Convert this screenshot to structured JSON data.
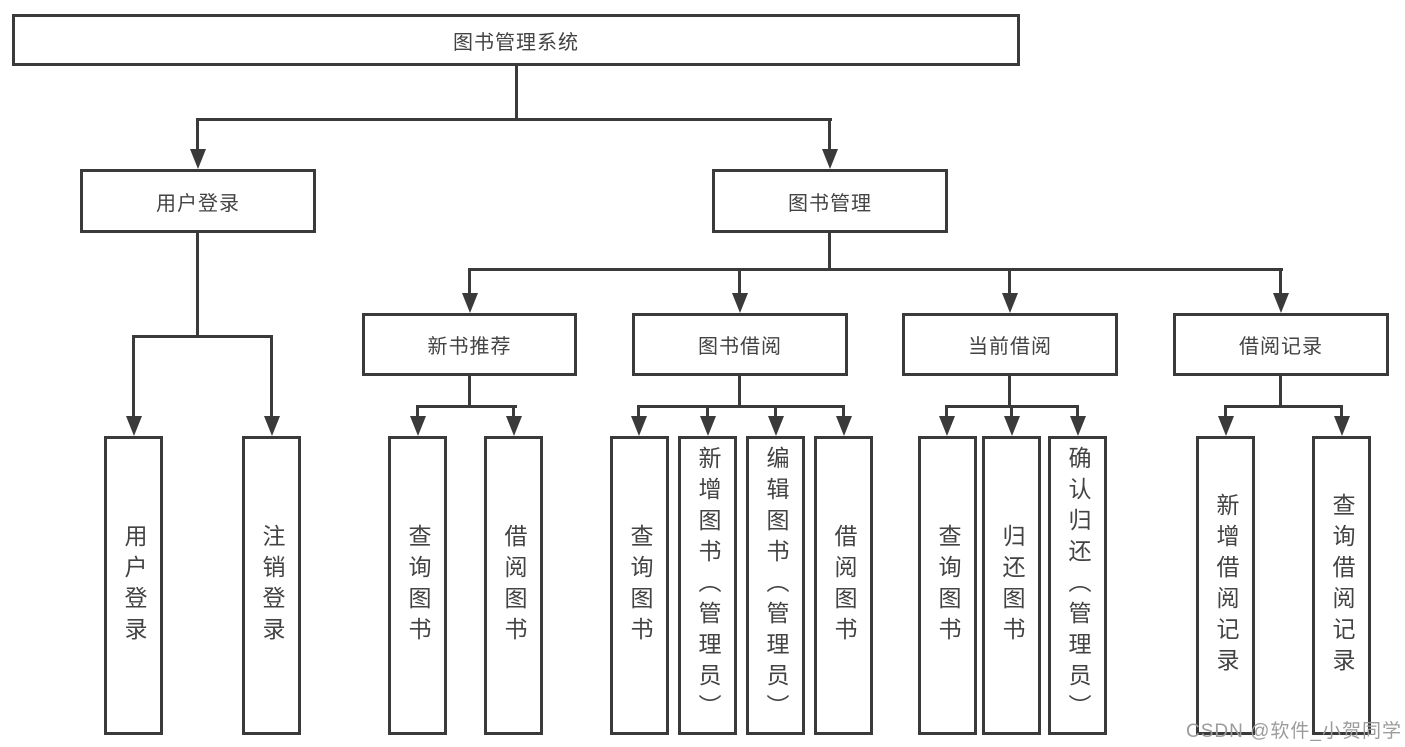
{
  "diagram": {
    "root": {
      "label": "图书管理系统"
    },
    "level2": {
      "user_login": {
        "label": "用户登录"
      },
      "book_mgmt": {
        "label": "图书管理"
      }
    },
    "level3": {
      "new_book_rec": {
        "label": "新书推荐"
      },
      "book_borrow": {
        "label": "图书借阅"
      },
      "current_borrow": {
        "label": "当前借阅"
      },
      "borrow_records": {
        "label": "借阅记录"
      }
    },
    "leaves": {
      "user_login": {
        "label": "用户登录"
      },
      "logout": {
        "label": "注销登录"
      },
      "rec_query_books": {
        "label": "查询图书"
      },
      "rec_borrow_books": {
        "label": "借阅图书"
      },
      "bb_query_books": {
        "label": "查询图书"
      },
      "bb_add_books": {
        "label": "新增图书（管理员）"
      },
      "bb_edit_books": {
        "label": "编辑图书（管理员）"
      },
      "bb_borrow_books": {
        "label": "借阅图书"
      },
      "cb_query_books": {
        "label": "查询图书"
      },
      "cb_return_books": {
        "label": "归还图书"
      },
      "cb_confirm_return": {
        "label": "确认归还（管理员）"
      },
      "br_add_record": {
        "label": "新增借阅记录"
      },
      "br_query_record": {
        "label": "查询借阅记录"
      }
    },
    "watermark": "CSDN @软件_小贺同学",
    "colors": {
      "line": "#3a3a3a",
      "text": "#434343",
      "watermark": "#9c9c9c",
      "background": "#ffffff"
    }
  }
}
